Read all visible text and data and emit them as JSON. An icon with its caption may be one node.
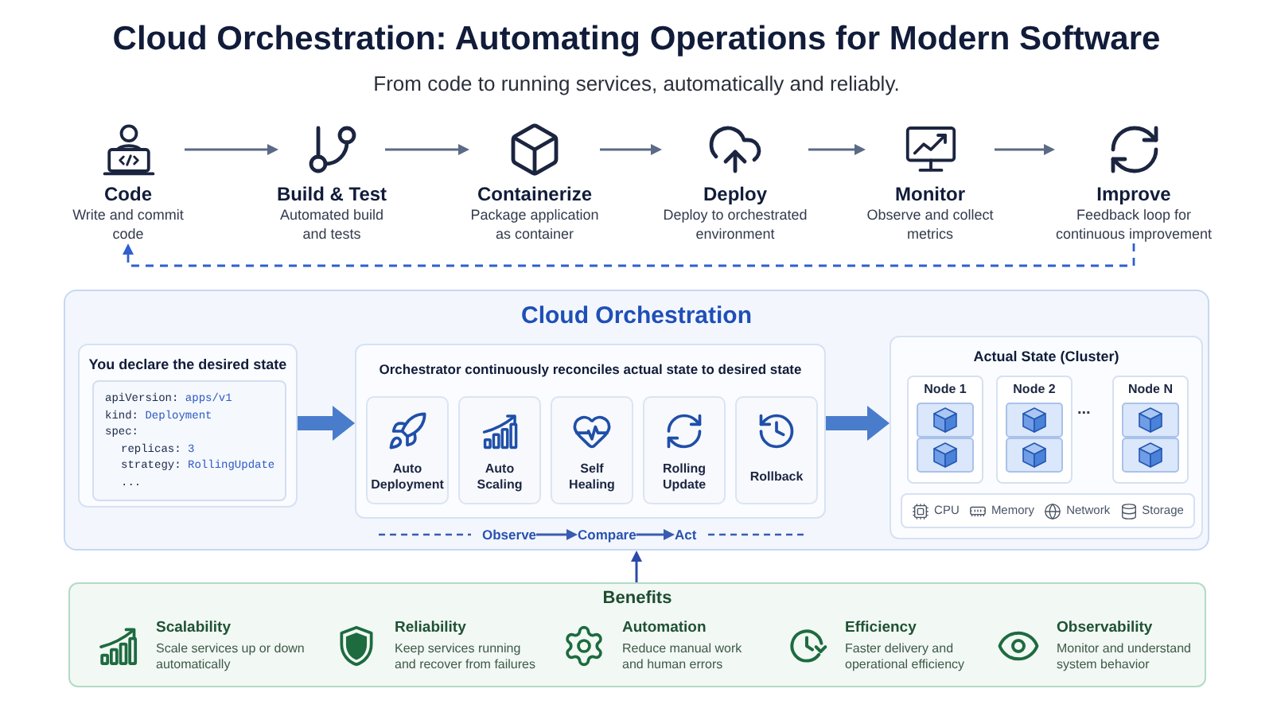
{
  "diagram": {
    "title": "Cloud Orchestration: Automating Operations for Modern Software",
    "nodes": [
      {
        "text": [
          "Code",
          "Write and commit code"
        ]
      },
      {
        "text": [
          "Build & Test",
          "Automated build and tests"
        ]
      },
      {
        "text": [
          "Containerize",
          "Package application as container"
        ]
      },
      {
        "text": [
          "Deploy",
          "Deploy to orchestrated environment"
        ]
      },
      {
        "text": [
          "Monitor",
          "Observe and collect metrics"
        ]
      },
      {
        "text": [
          "Improve",
          "Feedback loop for continuous improvement"
        ]
      },
      {
        "text": [
          "Cloud Orchestration"
        ]
      },
      {
        "text": [
          "You declare the desired state"
        ],
        "in": 6
      },
      {
        "text": [
          "apiVersion: apps/v1",
          "kind: Deployment",
          "spec:",
          "replicas: 3",
          "strategy: RollingUpdate",
          "..."
        ],
        "in": 7
      },
      {
        "text": [
          "Orchestrator continuously reconciles actual state to desired state"
        ],
        "in": 6
      },
      {
        "text": [
          "Auto Deployment"
        ],
        "in": 9
      },
      {
        "text": [
          "Auto Scaling"
        ],
        "in": 9
      },
      {
        "text": [
          "Self Healing"
        ],
        "in": 9
      },
      {
        "text": [
          "Rolling Update"
        ],
        "in": 9
      },
      {
        "text": [
          "Rollback"
        ],
        "in": 9
      },
      {
        "text": [
          "Actual State (Cluster)"
        ],
        "in": 6
      },
      {
        "text": [
          "Node 1"
        ],
        "in": 15
      },
      {
        "text": [
          "Node 2"
        ],
        "in": 15
      },
      {
        "text": [
          "Node N"
        ],
        "in": 15
      },
      {
        "text": [
          "CPU",
          "Memory",
          "Network",
          "Storage"
        ],
        "in": 15
      },
      {
        "text": [
          "Observe"
        ],
        "in": 6
      },
      {
        "text": [
          "Compare"
        ],
        "in": 6
      },
      {
        "text": [
          "Act"
        ],
        "in": 6
      },
      {
        "text": [
          "Benefits"
        ]
      },
      {
        "text": [
          "Scalability",
          "Scale services up or down automatically"
        ],
        "in": 23
      },
      {
        "text": [
          "Reliability",
          "Keep services running and recover from failures"
        ],
        "in": 23
      },
      {
        "text": [
          "Automation",
          "Reduce manual work and human errors"
        ],
        "in": 23
      },
      {
        "text": [
          "Efficiency",
          "Faster delivery and operational efficiency"
        ],
        "in": 23
      },
      {
        "text": [
          "Observability",
          "Monitor and understand system behavior"
        ],
        "in": 23
      }
    ],
    "edges": [
      {
        "from": 0,
        "to": 1,
        "arrow": "to"
      },
      {
        "from": 1,
        "to": 2,
        "arrow": "to"
      },
      {
        "from": 2,
        "to": 3,
        "arrow": "to"
      },
      {
        "from": 3,
        "to": 4,
        "arrow": "to"
      },
      {
        "from": 4,
        "to": 5,
        "arrow": "to"
      },
      {
        "from": 5,
        "to": 0,
        "arrow": "to",
        "style": "dashed",
        "color": "#2f5fd0"
      },
      {
        "from": 7,
        "to": 9,
        "arrow": "to",
        "style": "thick",
        "color": "#4a7ccc"
      },
      {
        "from": 9,
        "to": 15,
        "arrow": "to",
        "style": "thick",
        "color": "#4a7ccc"
      },
      {
        "from": 20,
        "to": 21,
        "arrow": "to",
        "color": "#3a5cb0"
      },
      {
        "from": 21,
        "to": 22,
        "arrow": "to",
        "color": "#3a5cb0"
      },
      {
        "from": 23,
        "to": 6,
        "arrow": "to",
        "color": "#2b4aa8"
      }
    ],
    "labels": [
      "From code to running services, automatically and reliably.",
      "..."
    ]
  }
}
